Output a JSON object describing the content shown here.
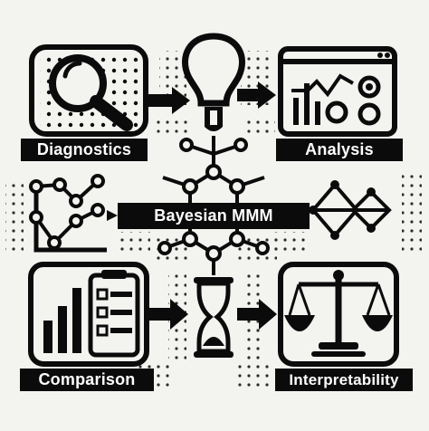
{
  "labels": {
    "diagnostics": "Diagnostics",
    "analysis": "Analysis",
    "center": "Bayesian MMM",
    "comparison": "Comparison",
    "interpretability": "Interpretability"
  },
  "icons": [
    "magnifier-icon",
    "lightbulb-icon",
    "dashboard-icon",
    "line-graph-icon",
    "network-icon",
    "diamond-node-icon",
    "bar-chart-icon",
    "checklist-icon",
    "hourglass-icon",
    "balance-scale-icon",
    "arrow-icon"
  ],
  "colors": {
    "background": "#f3f3f0",
    "ink": "#0b0b0b",
    "label_text": "#ffffff"
  }
}
